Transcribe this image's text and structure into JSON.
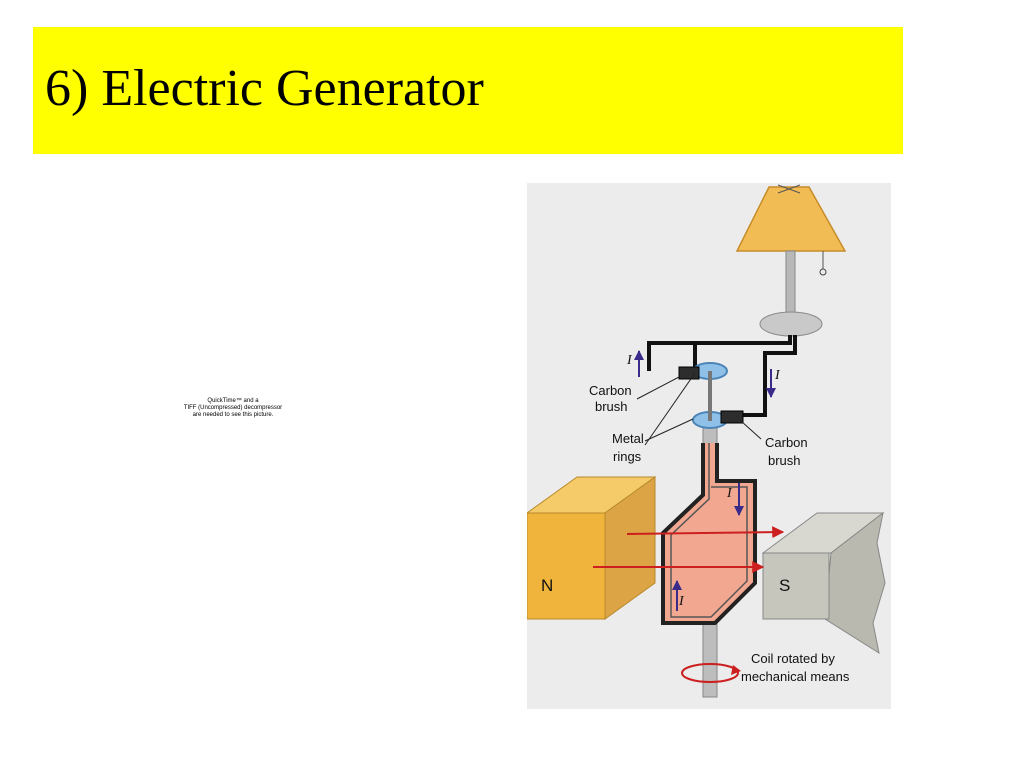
{
  "slide": {
    "title": "6) Electric Generator",
    "colors": {
      "title_background": "#ffff00",
      "figure_background": "#ececec"
    }
  },
  "placeholder": {
    "lines": [
      "QuickTime™ and a",
      "TIFF (Uncompressed) decompressor",
      "are needed to see this picture."
    ]
  },
  "figure": {
    "labels": {
      "current_symbol": "I",
      "carbon_brush_left": [
        "Carbon",
        "brush"
      ],
      "metal_rings": [
        "Metal",
        "rings"
      ],
      "carbon_brush_right": [
        "Carbon",
        "brush"
      ],
      "north_pole": "N",
      "south_pole": "S",
      "caption": [
        "Coil rotated by",
        "mechanical means"
      ]
    },
    "icons": [
      "lamp-icon",
      "magnet-icon",
      "rotation-arrow-icon"
    ]
  }
}
